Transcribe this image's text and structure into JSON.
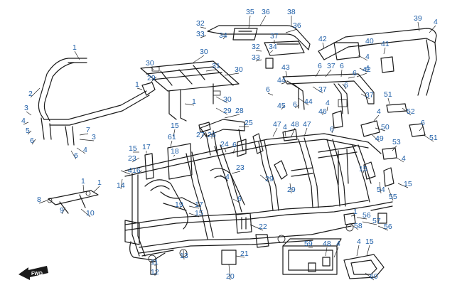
{
  "direction_label": "FWD",
  "callout_color": "#1f5fa8",
  "callouts": [
    "1",
    "2",
    "3",
    "4",
    "5",
    "6",
    "7",
    "8",
    "9",
    "10",
    "11",
    "12",
    "13",
    "14",
    "15",
    "16",
    "17",
    "18",
    "19",
    "20",
    "21",
    "22",
    "23",
    "24",
    "25",
    "26",
    "27",
    "28",
    "29",
    "30",
    "31",
    "32",
    "33",
    "34",
    "35",
    "36",
    "37",
    "38",
    "39",
    "40",
    "41",
    "42",
    "43",
    "44",
    "45",
    "46",
    "47",
    "48",
    "49",
    "50",
    "51",
    "52",
    "53",
    "54",
    "55",
    "56",
    "57",
    "58",
    "59",
    "60",
    "61"
  ]
}
